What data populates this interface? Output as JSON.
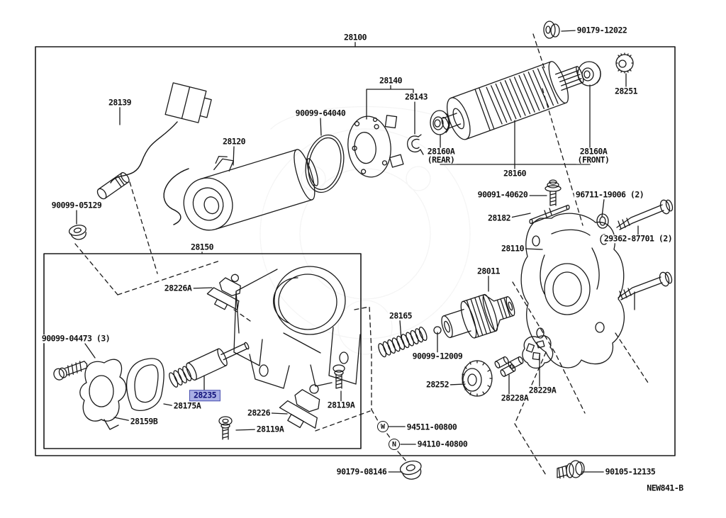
{
  "diagram": {
    "code": "NEW841-B",
    "highlight": {
      "part": "28235",
      "bg": "#a9afe5",
      "border": "#4a50b0",
      "text": "#0f0f78"
    }
  },
  "markers": {
    "washer": "W",
    "nut": "N"
  },
  "parts": [
    {
      "id": "p28100",
      "label": "28100"
    },
    {
      "id": "p90179_12022",
      "label": "90179-12022"
    },
    {
      "id": "p28251",
      "label": "28251"
    },
    {
      "id": "p28139",
      "label": "28139"
    },
    {
      "id": "p28120",
      "label": "28120"
    },
    {
      "id": "p90099_05129",
      "label": "90099-05129"
    },
    {
      "id": "p90099_64040",
      "label": "90099-64040"
    },
    {
      "id": "p28140",
      "label": "28140"
    },
    {
      "id": "p28143",
      "label": "28143"
    },
    {
      "id": "p28160a_rear",
      "label": "28160A",
      "sub": "(REAR)"
    },
    {
      "id": "p28160",
      "label": "28160"
    },
    {
      "id": "p28160a_front",
      "label": "28160A",
      "sub": "(FRONT)"
    },
    {
      "id": "p90091_40620",
      "label": "90091-40620"
    },
    {
      "id": "p96711_19006",
      "label": "96711-19006 (2)"
    },
    {
      "id": "p28182",
      "label": "28182"
    },
    {
      "id": "p29362_87701",
      "label": "29362-87701 (2)"
    },
    {
      "id": "p28110",
      "label": "28110"
    },
    {
      "id": "p28150",
      "label": "28150"
    },
    {
      "id": "p28226a",
      "label": "28226A"
    },
    {
      "id": "p90099_04473",
      "label": "90099-04473 (3)"
    },
    {
      "id": "p28011",
      "label": "28011"
    },
    {
      "id": "p28165",
      "label": "28165"
    },
    {
      "id": "p90099_12009",
      "label": "90099-12009"
    },
    {
      "id": "p28235",
      "label": "28235",
      "highlight": true
    },
    {
      "id": "p28175a",
      "label": "28175A"
    },
    {
      "id": "p28159b",
      "label": "28159B"
    },
    {
      "id": "p28226",
      "label": "28226"
    },
    {
      "id": "p28119a_1",
      "label": "28119A"
    },
    {
      "id": "p28119a_2",
      "label": "28119A"
    },
    {
      "id": "p28252",
      "label": "28252"
    },
    {
      "id": "p28228a",
      "label": "28228A"
    },
    {
      "id": "p28229a",
      "label": "28229A"
    },
    {
      "id": "p94511_00800",
      "label": "94511-00800"
    },
    {
      "id": "p94110_40800",
      "label": "94110-40800"
    },
    {
      "id": "p90179_08146",
      "label": "90179-08146"
    },
    {
      "id": "p90105_12135",
      "label": "90105-12135"
    }
  ]
}
